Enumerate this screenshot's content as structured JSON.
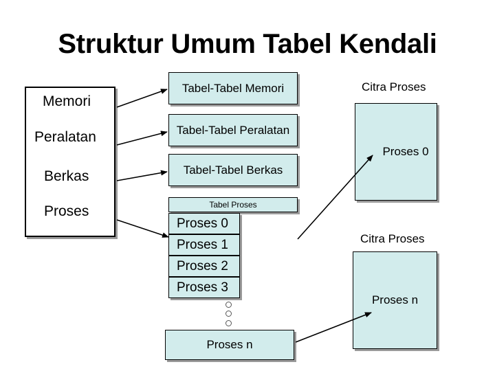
{
  "title": "Struktur Umum Tabel Kendali",
  "left_table": {
    "rows": [
      "Memori",
      "Peralatan",
      "Berkas",
      "Proses"
    ]
  },
  "tables": {
    "memori": "Tabel-Tabel Memori",
    "peralatan": "Tabel-Tabel Peralatan",
    "berkas": "Tabel-Tabel Berkas",
    "proses_header": "Tabel Proses",
    "proses_rows": [
      "Proses 0",
      "Proses 1",
      "Proses 2",
      "Proses 3"
    ],
    "proses_last": "Proses n"
  },
  "images": [
    {
      "caption": "Citra Proses",
      "label": "Proses 0"
    },
    {
      "caption": "Citra Proses",
      "label": "Proses n"
    }
  ],
  "colors": {
    "box_fill": "#d2ecec",
    "shadow": "#9a9a9a",
    "border": "#000000"
  }
}
